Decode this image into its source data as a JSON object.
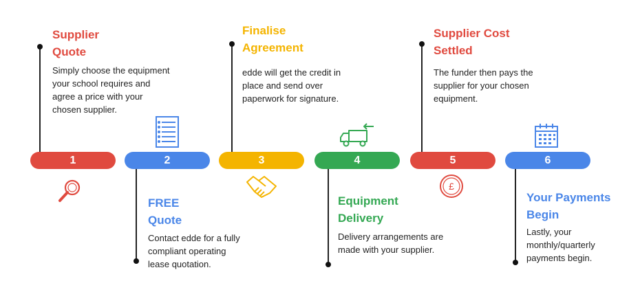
{
  "colors": {
    "red": "#e04a3f",
    "blue": "#4a86e8",
    "yellow": "#f4b400",
    "green": "#34a853",
    "text": "#222222"
  },
  "steps": [
    {
      "number": "1",
      "title": "Supplier\nQuote",
      "description": "Simply choose the equipment\nyour school requires and\nagree a price with your\nchosen supplier.",
      "icon": "magnifying-glass-icon",
      "color": "#e04a3f"
    },
    {
      "number": "2",
      "title": "FREE\nQuote",
      "description": "Contact edde for a fully\ncompliant operating\nlease quotation.",
      "icon": "document-list-icon",
      "color": "#4a86e8"
    },
    {
      "number": "3",
      "title": "Finalise\nAgreement",
      "description": "edde will get the credit in\nplace and send over\npaperwork for signature.",
      "icon": "handshake-icon",
      "color": "#f4b400"
    },
    {
      "number": "4",
      "title": "Equipment\nDelivery",
      "description": "Delivery arrangements are\nmade with your supplier.",
      "icon": "delivery-truck-icon",
      "color": "#34a853"
    },
    {
      "number": "5",
      "title": "Supplier Cost\nSettled",
      "description": "The funder then pays the\nsupplier for your chosen\nequipment.",
      "icon": "pound-coin-icon",
      "color": "#e04a3f"
    },
    {
      "number": "6",
      "title": "Your Payments\nBegin",
      "description": "Lastly, your\nmonthly/quarterly\npayments begin.",
      "icon": "calendar-icon",
      "color": "#4a86e8"
    }
  ]
}
